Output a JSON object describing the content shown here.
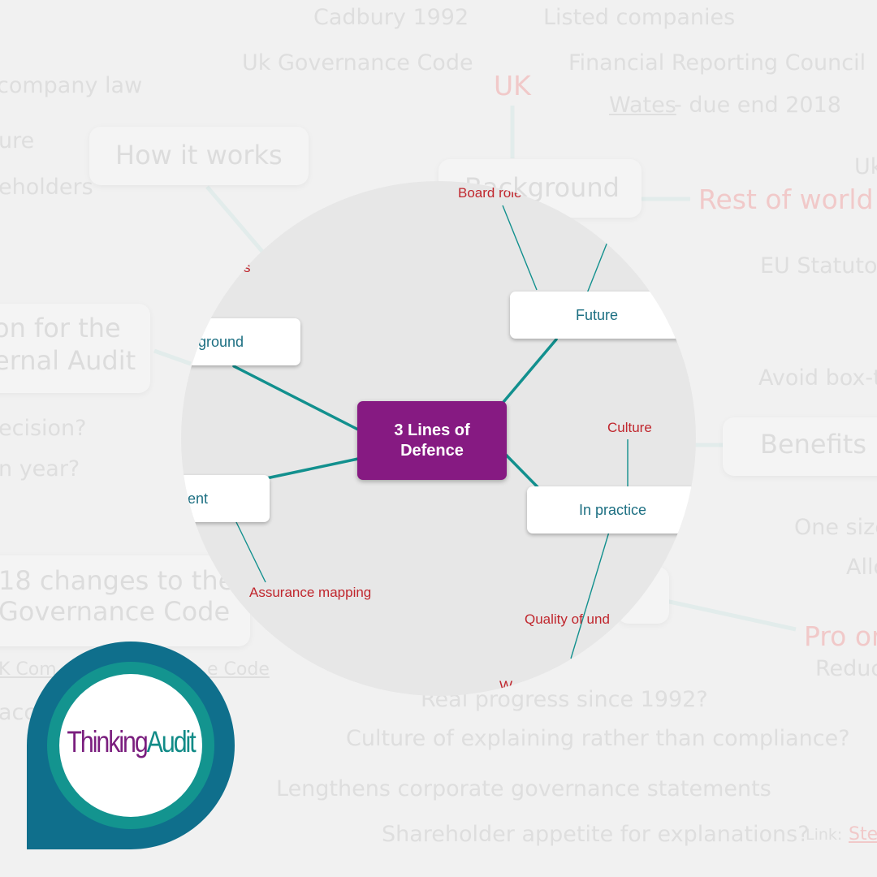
{
  "background_map": {
    "texts": [
      "Cadbury 1992",
      "Listed companies",
      "Uk Governance Code",
      "Financial Reporting Council",
      "company law",
      "Wates",
      " - due end 2018",
      "ure",
      "eholders",
      "Uk",
      "EU Statutor",
      "Avoid box-t",
      "ecision?",
      "n year?",
      "One size",
      "Allo",
      "Reduc",
      "K Com",
      "e Code",
      "acco",
      "Real progress since 1992?",
      "Culture of explaining rather than compliance?",
      "Lengthens corporate governance statements",
      "Shareholder appetite for explanations?",
      "Link: ",
      "Ste"
    ],
    "red_texts": [
      "UK",
      "Rest of world",
      "Pro or"
    ],
    "boxes": [
      "How it works",
      "Background",
      "on for the",
      "ernal Audit",
      "Benefits",
      "18 changes to the",
      "Governance Code"
    ]
  },
  "mind_map": {
    "center": {
      "line1": "3 Lines of",
      "line2": "Defence"
    },
    "branches": {
      "future": "Future",
      "background": "kground",
      "assurance": "ent",
      "in_practice": "In practice"
    },
    "leaves": {
      "board_role": "Board role",
      "s_fragment": "s",
      "culture": "Culture",
      "assurance_mapping": "Assurance mapping",
      "quality": "Quality of und",
      "w_fragment": "W"
    }
  },
  "logo": {
    "word1": "Thinking",
    "word2": "Audit"
  },
  "colors": {
    "center_fill": "#861a82",
    "branch_line": "#12908e",
    "node_text": "#1c6f82",
    "leaf_text": "#c0262d",
    "logo_outer": "#0f6f8c",
    "logo_ring": "#13948f"
  }
}
